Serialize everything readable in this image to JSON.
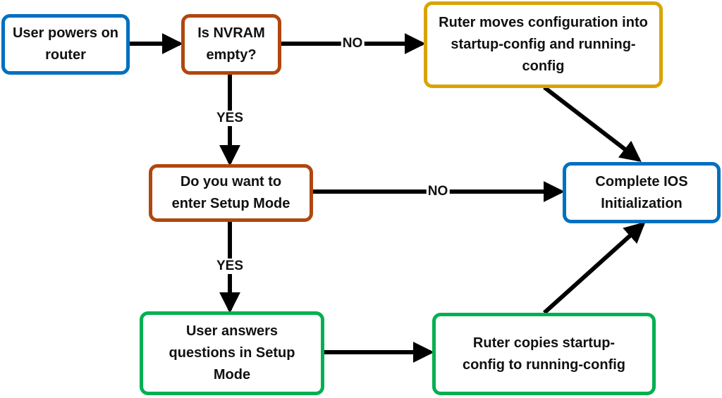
{
  "colors": {
    "blue": "#0070c0",
    "brown": "#b0470f",
    "gold": "#d9a400",
    "green": "#00b050",
    "arrow": "#000000"
  },
  "nodes": {
    "power_on": "User powers on router",
    "nvram_empty": "Is NVRAM empty?",
    "moves_config": "Ruter moves configuration into startup-config and running-config",
    "setup_mode_question": "Do you want to enter Setup Mode",
    "complete_ios": "Complete IOS Initialization",
    "answers_setup": "User answers questions in Setup Mode",
    "copies_config": "Ruter copies startup-config to running-config"
  },
  "edges": {
    "nvram_no": "NO",
    "nvram_yes": "YES",
    "setup_no": "NO",
    "setup_yes": "YES"
  }
}
